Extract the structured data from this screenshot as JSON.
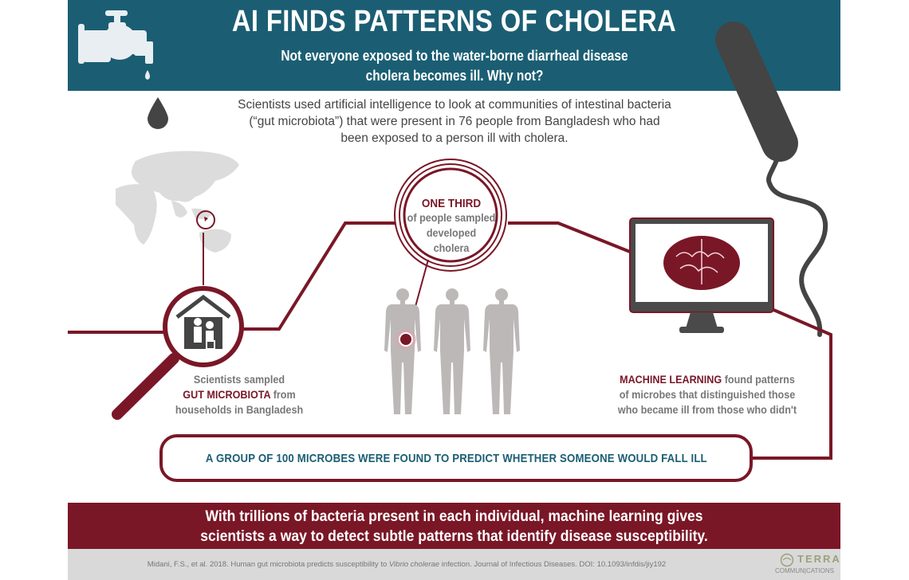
{
  "header": {
    "title": "AI FINDS PATTERNS OF CHOLERA",
    "subtitle_line1": "Not everyone exposed to the water-borne diarrheal disease",
    "subtitle_line2": "cholera becomes ill. Why not?"
  },
  "intro": {
    "line1": "Scientists used artificial intelligence to look at communities of intestinal bacteria",
    "line2": "(“gut microbiota”) that were present in 76 people from Bangladesh who had",
    "line3": "been exposed to a person ill with cholera."
  },
  "step1": {
    "line1": "Scientists sampled",
    "highlight": "GUT MICROBIOTA",
    "line2_rest": " from",
    "line3": "households in Bangladesh"
  },
  "step2": {
    "highlight": "ONE THIRD",
    "line1": "of people sampled",
    "line2": "developed",
    "line3": "cholera"
  },
  "step3": {
    "highlight": "MACHINE LEARNING",
    "line1_rest": " found patterns",
    "line2": "of microbes that distinguished those",
    "line3": "who became ill from those who didn't"
  },
  "result_bubble": "A GROUP OF 100 MICROBES WERE FOUND TO PREDICT WHETHER SOMEONE WOULD FALL ILL",
  "banner": {
    "line1": "With trillions of bacteria present in each individual, machine learning gives",
    "line2": "scientists a way to detect subtle patterns that identify disease susceptibility."
  },
  "footer": {
    "citation_pre": "Midani, F.S., et al. 2018. Human gut microbiota predicts susceptibility to ",
    "citation_italic": "Vibrio cholerae",
    "citation_post": " infection. Journal of Infectious Diseases. DOI: 10.1093/infdis/jiy192",
    "logo_top": "TERRA",
    "logo_bottom": "COMMUN|CATIONS"
  },
  "colors": {
    "teal": "#1b5e73",
    "maroon": "#7a1727",
    "dark_gray": "#444444",
    "light_gray": "#bdb8b8",
    "map_gray": "#dcdcdc",
    "footer_gray": "#d9d9d9"
  },
  "icons": [
    "faucet-icon",
    "water-drop-icon",
    "bacterium-icon",
    "world-map",
    "magnifier-icon",
    "house-doctor-icon",
    "human-figure-icon",
    "monitor-icon",
    "brain-icon",
    "terra-logo-icon"
  ]
}
